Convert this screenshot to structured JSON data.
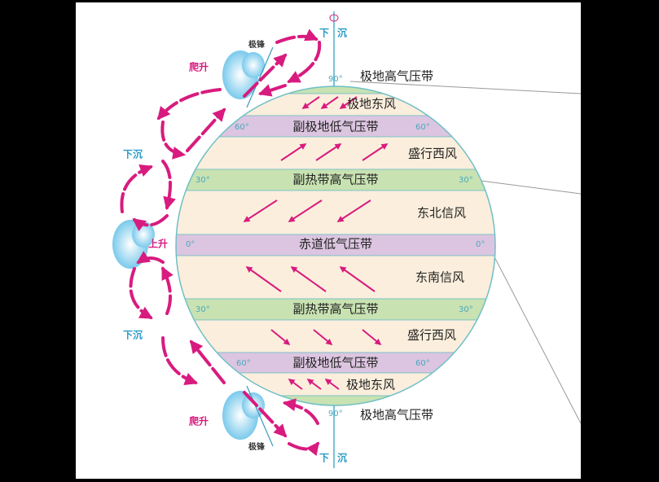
{
  "belts": {
    "polar_high_n": "极地高气压带",
    "subpolar_low_n": "副极地低气压带",
    "subtropical_high_n": "副热带高气压带",
    "equatorial_low": "赤道低气压带",
    "subtropical_high_s": "副热带高气压带",
    "subpolar_low_s": "副极地低气压带",
    "polar_high_s": "极地高气压带"
  },
  "winds": {
    "polar_easterlies_n": "极地东风",
    "westerlies_n": "盛行西风",
    "ne_trades": "东北信风",
    "se_trades": "东南信风",
    "westerlies_s": "盛行西风",
    "polar_easterlies_s": "极地东风"
  },
  "latitudes": {
    "n90": "90°",
    "n60": "60°",
    "n30": "30°",
    "eq": "0°",
    "s30": "30°",
    "s60": "60°",
    "s90": "90°"
  },
  "vertical": {
    "sink": "下沉",
    "rise": "上升",
    "climb": "爬升",
    "polar_front": "极锋"
  },
  "colors": {
    "cream": "#fbeedc",
    "purple": "#dcc5e0",
    "green": "#c8e2b2",
    "arrow": "#d81b7f",
    "outline": "#6fbfc6",
    "cloud": "#8fd0ee"
  }
}
